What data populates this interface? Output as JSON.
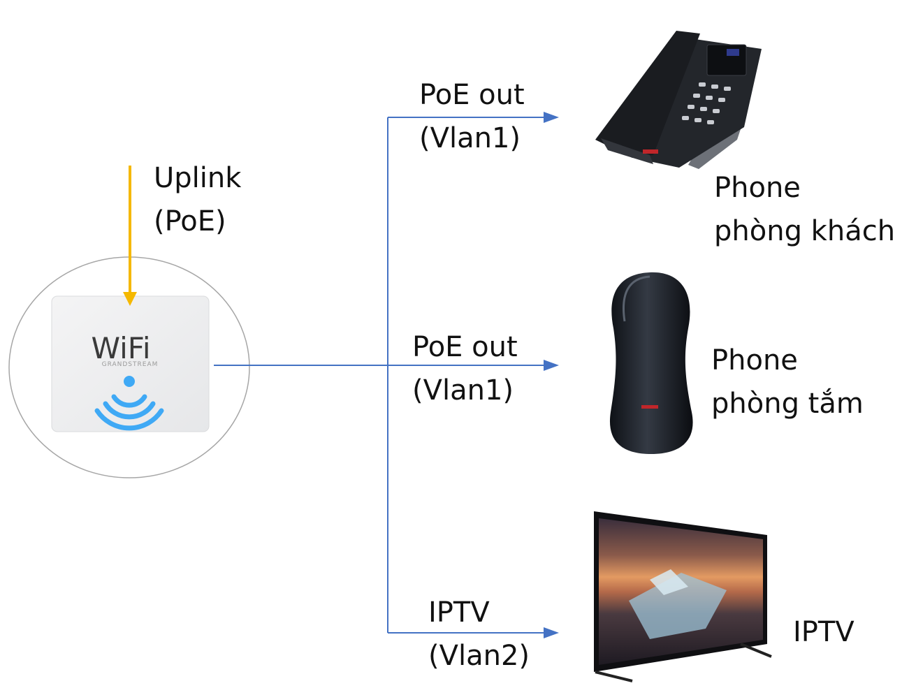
{
  "uplink": {
    "line1": "Uplink",
    "line2": "(PoE)"
  },
  "ap": {
    "label": "WiFi",
    "brand": "GRANDSTREAM"
  },
  "links": {
    "phone1": {
      "line1": "PoE out",
      "line2": "(Vlan1)"
    },
    "phone2": {
      "line1": "PoE out",
      "line2": "(Vlan1)"
    },
    "tv": {
      "line1": "IPTV",
      "line2": "(Vlan2)"
    }
  },
  "devices": {
    "phone1": {
      "line1": "Phone",
      "line2": "phòng khách"
    },
    "phone2": {
      "line1": "Phone",
      "line2": "phòng tắm"
    },
    "tv": {
      "line1": "IPTV"
    }
  },
  "colors": {
    "uplink": "#f5b800",
    "link": "#4472c4",
    "wifi": "#3fa9f5"
  }
}
